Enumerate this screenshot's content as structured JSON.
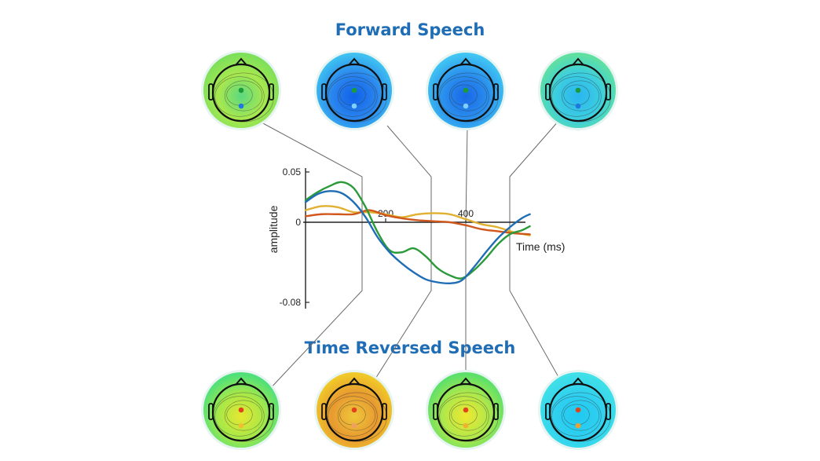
{
  "titles": {
    "forward": "Forward Speech",
    "reversed": "Time Reversed Speech"
  },
  "colors": {
    "title": "#1f6db5",
    "green": "#2b9a3a",
    "blue": "#1f6db5",
    "yellow": "#e0b030",
    "orange": "#d0581c"
  },
  "chart_data": {
    "type": "line",
    "xlabel": "Time (ms)",
    "ylabel": "amplitude",
    "xlim": [
      -10,
      570
    ],
    "ylim": [
      -0.08,
      0.05
    ],
    "x_ticks": [
      200,
      400
    ],
    "y_ticks": [
      0.05,
      0,
      -0.08
    ],
    "y_tick_labels": [
      "0.05",
      "0",
      "-0.08"
    ],
    "grid": false,
    "series": [
      {
        "color": "#2b9a3a",
        "x": [
          0,
          30,
          60,
          90,
          120,
          150,
          180,
          210,
          240,
          270,
          300,
          330,
          360,
          390,
          420,
          450,
          480,
          510,
          540,
          560
        ],
        "y": [
          0.022,
          0.03,
          0.036,
          0.04,
          0.034,
          0.015,
          -0.01,
          -0.028,
          -0.03,
          -0.026,
          -0.034,
          -0.046,
          -0.053,
          -0.056,
          -0.048,
          -0.036,
          -0.022,
          -0.012,
          -0.008,
          -0.004
        ]
      },
      {
        "color": "#1f6db5",
        "x": [
          0,
          30,
          60,
          90,
          120,
          150,
          180,
          210,
          240,
          270,
          300,
          330,
          360,
          390,
          420,
          450,
          480,
          510,
          540,
          560
        ],
        "y": [
          0.02,
          0.028,
          0.031,
          0.029,
          0.02,
          0.005,
          -0.015,
          -0.03,
          -0.041,
          -0.05,
          -0.057,
          -0.06,
          -0.061,
          -0.058,
          -0.045,
          -0.03,
          -0.016,
          -0.005,
          0.004,
          0.008
        ]
      },
      {
        "color": "#e0b030",
        "x": [
          0,
          40,
          80,
          120,
          160,
          200,
          240,
          280,
          320,
          360,
          400,
          440,
          480,
          520,
          560
        ],
        "y": [
          0.012,
          0.016,
          0.015,
          0.01,
          0.01,
          0.008,
          0.005,
          0.008,
          0.009,
          0.008,
          0.003,
          -0.002,
          -0.005,
          -0.01,
          -0.013
        ]
      },
      {
        "color": "#d0581c",
        "x": [
          0,
          40,
          80,
          120,
          160,
          200,
          240,
          280,
          320,
          360,
          400,
          440,
          480,
          520,
          560
        ],
        "y": [
          0.006,
          0.008,
          0.008,
          0.008,
          0.012,
          0.007,
          0.004,
          0.002,
          0.001,
          0.0,
          -0.003,
          -0.007,
          -0.009,
          -0.011,
          -0.012
        ]
      }
    ]
  },
  "topomaps": {
    "forward": [
      {
        "base": "#7ee05a",
        "mid": "#a8e84e",
        "center": "#5cd880",
        "dots": [
          "#1c9a3c",
          "#1f78e0"
        ]
      },
      {
        "base": "#3ec0f0",
        "mid": "#2a86ee",
        "center": "#1060e8",
        "dots": [
          "#1c9a3c",
          "#7fd0ff"
        ]
      },
      {
        "base": "#40c4f2",
        "mid": "#2a90ee",
        "center": "#1a66e6",
        "dots": [
          "#1c9a3c",
          "#7fd0ff"
        ]
      },
      {
        "base": "#5fe0a0",
        "mid": "#3ccee0",
        "center": "#2ab4f0",
        "dots": [
          "#1c9a3c",
          "#1f78e0"
        ]
      }
    ],
    "reversed": [
      {
        "base": "#4fe07a",
        "mid": "#a6e848",
        "center": "#e8e830",
        "dots": [
          "#e0441c",
          "#f0c030"
        ]
      },
      {
        "base": "#f0c828",
        "mid": "#e89a30",
        "center": "#eec83a",
        "dots": [
          "#e0441c",
          "#f0a060"
        ]
      },
      {
        "base": "#5ce06a",
        "mid": "#b0e84a",
        "center": "#f0e830",
        "dots": [
          "#e0441c",
          "#f0b030"
        ]
      },
      {
        "base": "#40e0e8",
        "mid": "#30d0f0",
        "center": "#20c8f0",
        "dots": [
          "#e0441c",
          "#f0a030"
        ]
      }
    ]
  }
}
